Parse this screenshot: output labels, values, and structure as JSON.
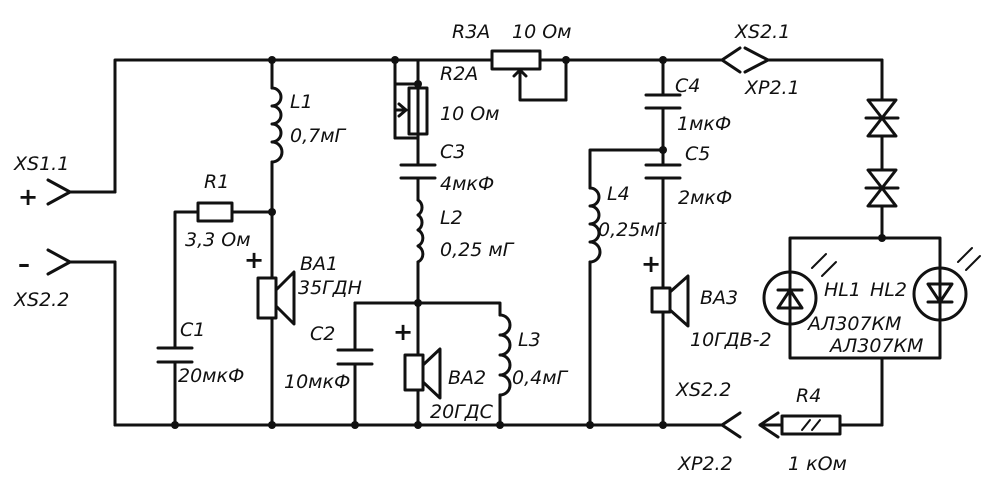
{
  "connectors": {
    "xs1_1": "XS1.1",
    "xs2_2_left": "XS2.2",
    "xs2_1": "XS2.1",
    "xp2_1": "XP2.1",
    "xs2_2_right": "XS2.2",
    "xp2_2": "XP2.2",
    "plus": "+",
    "minus": "–"
  },
  "components": {
    "r1": {
      "ref": "R1",
      "value": "3,3 Ом"
    },
    "r2a": {
      "ref": "R2A",
      "value": "10 Ом"
    },
    "r3a": {
      "ref": "R3A",
      "value": "10 Ом"
    },
    "r4": {
      "ref": "R4",
      "value": "1 кОм"
    },
    "l1": {
      "ref": "L1",
      "value": "0,7мГ"
    },
    "l2": {
      "ref": "L2",
      "value": "0,25 мГ"
    },
    "l3": {
      "ref": "L3",
      "value": "0,4мГ"
    },
    "l4": {
      "ref": "L4",
      "value": "0,25мГ"
    },
    "c1": {
      "ref": "C1",
      "value": "20мкФ"
    },
    "c2": {
      "ref": "C2",
      "value": "10мкФ"
    },
    "c3": {
      "ref": "C3",
      "value": "4мкФ"
    },
    "c4": {
      "ref": "C4",
      "value": "1мкФ"
    },
    "c5": {
      "ref": "C5",
      "value": "2мкФ"
    },
    "ba1": {
      "ref": "BA1",
      "value": "35ГДН"
    },
    "ba2": {
      "ref": "BA2",
      "value": "20ГДС"
    },
    "ba3": {
      "ref": "BA3",
      "value": "10ГДВ-2"
    },
    "hl1": {
      "ref": "HL1",
      "value": "АЛ307КМ"
    },
    "hl2": {
      "ref": "HL2",
      "value": "АЛ307КМ"
    }
  },
  "polarity": "+"
}
